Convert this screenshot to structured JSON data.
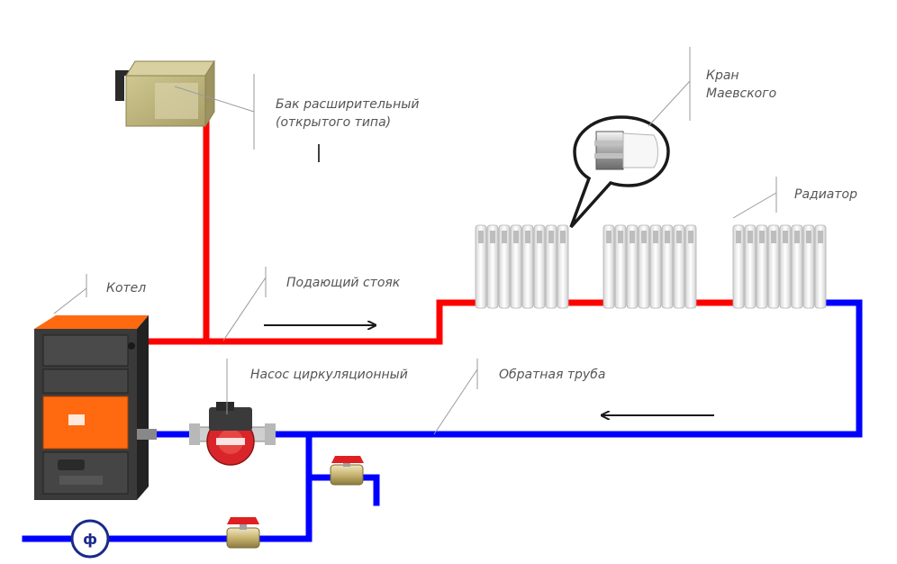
{
  "labels": {
    "tank_line1": "Бак расширительный",
    "tank_line2": "(открытого  типа)",
    "valve_line1": "Кран",
    "valve_line2": "Маевского",
    "radiator": "Радиатор",
    "boiler": "Котел",
    "supply": "Подающий стояк",
    "pump": "Насос циркуляционный",
    "return": "Обратная труба",
    "filter_symbol": "ф"
  },
  "colors": {
    "supply_pipe": "#ff0000",
    "return_pipe": "#0000ff",
    "leader_line": "#9a9a9a",
    "label_text": "#555555",
    "arrow": "#1a1a1a",
    "tank": "#b9b07a",
    "boiler_body": "#3a3a3a",
    "boiler_accent": "#ff6a10",
    "pump_red": "#d9252a",
    "valve_handle": "#e02020"
  },
  "icons": [
    "expansion-tank-icon",
    "boiler-icon",
    "radiator-icon",
    "mayevsky-valve-icon",
    "circulation-pump-icon",
    "ball-valve-icon",
    "filter-icon",
    "flow-arrow-icon"
  ]
}
